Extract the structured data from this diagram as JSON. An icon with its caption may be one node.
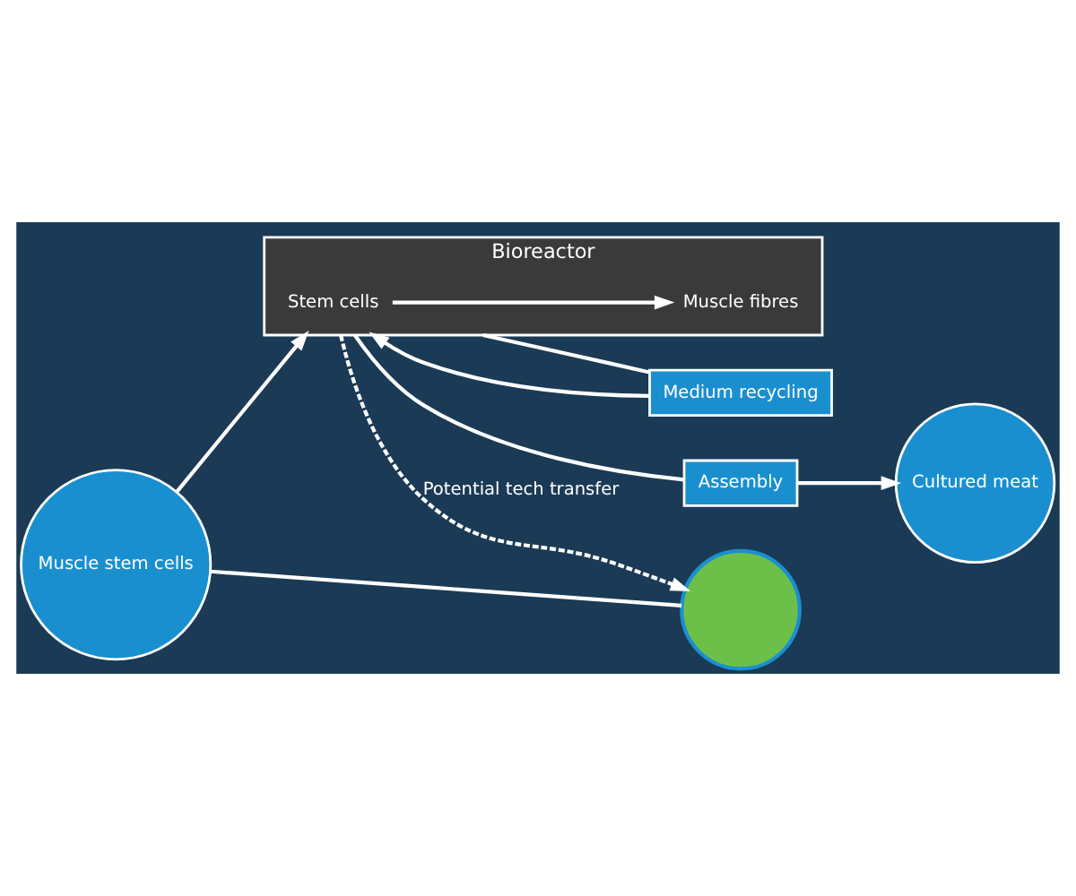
{
  "diagram": {
    "nodes": [
      {
        "text": [
          "Muscle stem cells"
        ]
      },
      {
        "text": [
          "Bioreactor"
        ]
      },
      {
        "text": [
          "Stem cells"
        ],
        "in": 1
      },
      {
        "text": [
          "Muscle fibres"
        ],
        "in": 1
      },
      {
        "text": [
          "Medium recycling"
        ]
      },
      {
        "text": [
          "Assembly"
        ]
      },
      {
        "text": [
          "Cultured meat"
        ]
      },
      {
        "text": [],
        "shape": "circle"
      }
    ],
    "edges": [
      {
        "from": 0,
        "to": 1,
        "arrow": "to"
      },
      {
        "from": 2,
        "to": 3,
        "arrow": "to"
      },
      {
        "from": 1,
        "to": 4,
        "arrow": "none"
      },
      {
        "from": 4,
        "to": 1,
        "arrow": "to"
      },
      {
        "from": 1,
        "to": 5,
        "arrow": "none"
      },
      {
        "from": 5,
        "to": 6,
        "arrow": "to"
      },
      {
        "from": 0,
        "to": 7,
        "arrow": "none"
      },
      {
        "from": 1,
        "to": 7,
        "arrow": "to",
        "style": "dashed",
        "label": "Potential tech transfer"
      }
    ]
  }
}
